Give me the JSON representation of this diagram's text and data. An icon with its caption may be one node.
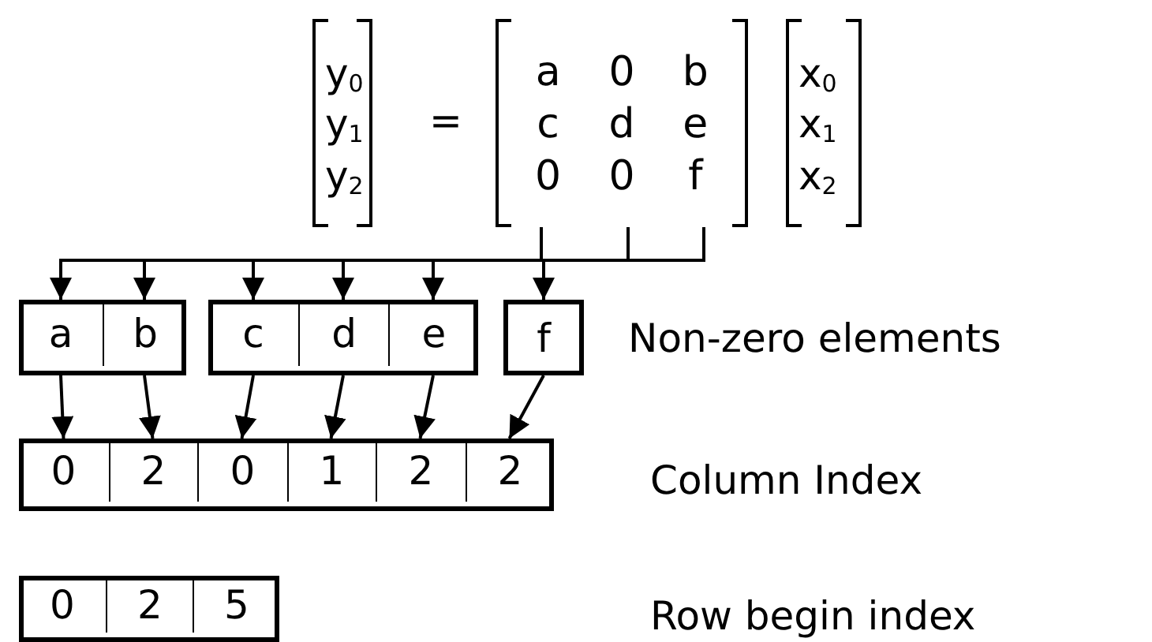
{
  "diagram": {
    "nodes": [
      {
        "text": [
          "a",
          "0",
          "b",
          "c",
          "d",
          "e",
          "0",
          "0",
          "f"
        ]
      },
      {
        "text": [],
        "shape": "box"
      },
      {
        "text": [
          "a"
        ],
        "in": 1
      },
      {
        "text": [
          "b"
        ],
        "in": 1
      },
      {
        "text": [],
        "shape": "box"
      },
      {
        "text": [
          "c"
        ],
        "in": 4
      },
      {
        "text": [
          "d"
        ],
        "in": 4
      },
      {
        "text": [
          "e"
        ],
        "in": 4
      },
      {
        "text": [
          "f"
        ]
      },
      {
        "text": [],
        "shape": "box"
      },
      {
        "text": [
          "0"
        ],
        "in": 9
      },
      {
        "text": [
          "2"
        ],
        "in": 9
      },
      {
        "text": [
          "0"
        ],
        "in": 9
      },
      {
        "text": [
          "1"
        ],
        "in": 9
      },
      {
        "text": [
          "2"
        ],
        "in": 9
      },
      {
        "text": [
          "2"
        ],
        "in": 9
      },
      {
        "text": [],
        "shape": "box"
      },
      {
        "text": [
          "0"
        ],
        "in": 16
      },
      {
        "text": [
          "2"
        ],
        "in": 16
      },
      {
        "text": [
          "5"
        ],
        "in": 16
      }
    ],
    "edges": [
      {
        "from": 0,
        "to": 2,
        "arrow": "to"
      },
      {
        "from": 0,
        "to": 3,
        "arrow": "to"
      },
      {
        "from": 0,
        "to": 5,
        "arrow": "to"
      },
      {
        "from": 0,
        "to": 6,
        "arrow": "to"
      },
      {
        "from": 0,
        "to": 7,
        "arrow": "to"
      },
      {
        "from": 0,
        "to": 8,
        "arrow": "to"
      },
      {
        "from": 2,
        "to": 10,
        "arrow": "to"
      },
      {
        "from": 3,
        "to": 11,
        "arrow": "to"
      },
      {
        "from": 5,
        "to": 12,
        "arrow": "to"
      },
      {
        "from": 6,
        "to": 13,
        "arrow": "to"
      },
      {
        "from": 7,
        "to": 14,
        "arrow": "to"
      },
      {
        "from": 8,
        "to": 15,
        "arrow": "to"
      }
    ],
    "labels": [
      "y$_{0}$",
      "y$_{1}$",
      "y$_{2}$",
      "=",
      "x$_{0}$",
      "x$_{1}$",
      "x$_{2}$",
      "Non-zero elements",
      "Column Index",
      "Row begin index"
    ]
  }
}
